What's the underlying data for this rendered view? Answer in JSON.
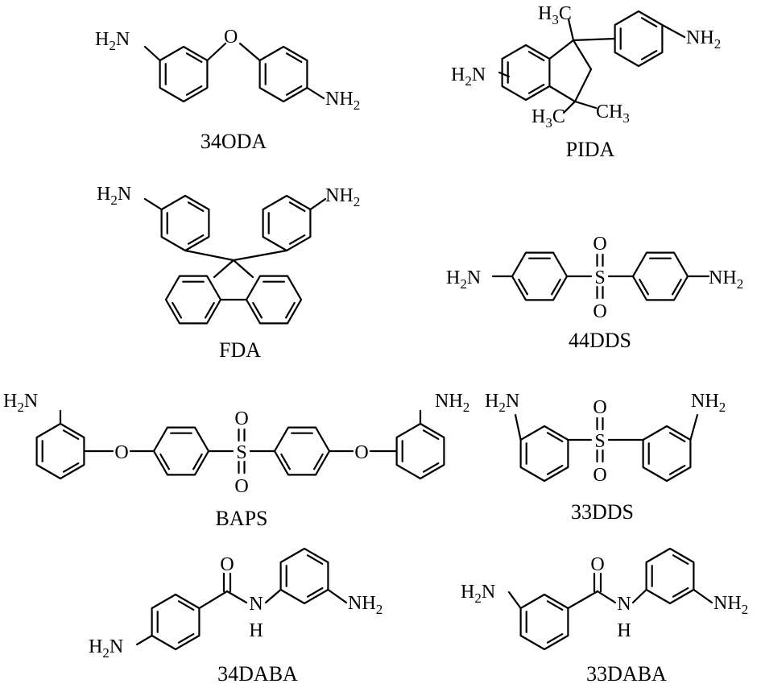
{
  "compounds": [
    {
      "id": "c34oda",
      "name": "34ODA"
    },
    {
      "id": "cpida",
      "name": "PIDA"
    },
    {
      "id": "cfda",
      "name": "FDA"
    },
    {
      "id": "c44dds",
      "name": "44DDS"
    },
    {
      "id": "cbaps",
      "name": "BAPS"
    },
    {
      "id": "c33dds",
      "name": "33DDS"
    },
    {
      "id": "c34daba",
      "name": "34DABA"
    },
    {
      "id": "c33daba",
      "name": "33DABA"
    }
  ],
  "atoms": {
    "H": "H",
    "N": "N",
    "O": "O",
    "S": "S",
    "C": "C",
    "two": "2",
    "three": "3"
  }
}
